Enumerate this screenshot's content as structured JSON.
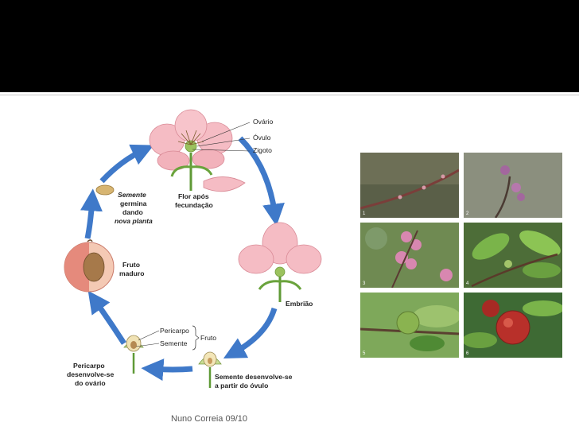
{
  "diagram": {
    "labels": {
      "ovario": "Ovário",
      "ovulo": "Óvulo",
      "zigoto": "Zigoto",
      "flor_1": "Flor após",
      "flor_2": "fecundação",
      "semente_1": "Semente",
      "semente_2": "germina",
      "semente_3": "dando",
      "semente_4": "nova planta",
      "fruto_1": "Fruto",
      "fruto_2": "maduro",
      "embriao": "Embrião",
      "pericarpo_small": "Pericarpo",
      "semente_small": "Semente",
      "fruto_brace": "Fruto",
      "peri_1": "Pericarpo",
      "peri_2": "desenvolve-se",
      "peri_3": "do ovário",
      "sem_dev_1": "Semente desenvolve-se",
      "sem_dev_2": "a partir do óvulo"
    }
  },
  "photos": [
    {
      "number": "1"
    },
    {
      "number": "2"
    },
    {
      "number": "3"
    },
    {
      "number": "4"
    },
    {
      "number": "5"
    },
    {
      "number": "6"
    }
  ],
  "footer": {
    "text": "Nuno Correia 09/10"
  },
  "colors": {
    "arrow": "#3f79c9",
    "petal": "#f4b8c0",
    "bar": "#000000"
  }
}
